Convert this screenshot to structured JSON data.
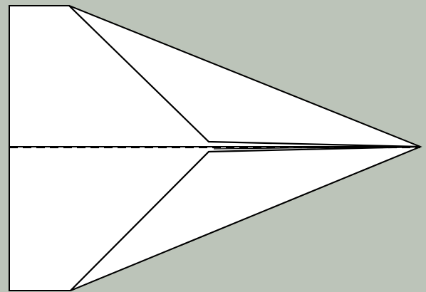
{
  "diagram": {
    "subject": "paper-airplane-fold",
    "background_color": "#bcc4b9",
    "paper_color": "#ffffff",
    "line_color": "#000000",
    "parts": [
      {
        "id": "wing-top",
        "kind": "wing"
      },
      {
        "id": "wing-bottom",
        "kind": "wing"
      },
      {
        "id": "flap-top",
        "kind": "folded-flap"
      },
      {
        "id": "flap-bottom",
        "kind": "folded-flap"
      }
    ],
    "lines": [
      {
        "id": "center-fold",
        "style": "dashed"
      },
      {
        "id": "fold-top",
        "style": "solid"
      },
      {
        "id": "fold-bottom",
        "style": "solid"
      }
    ]
  }
}
